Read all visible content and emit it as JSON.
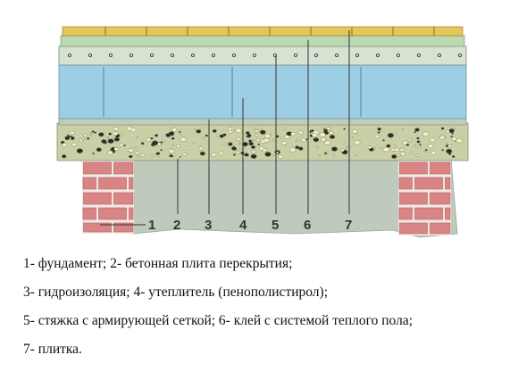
{
  "diagram": {
    "labels": [
      "1",
      "2",
      "3",
      "4",
      "5",
      "6",
      "7"
    ],
    "colors": {
      "tile": "#e6c55a",
      "adhesive": "#bcd8b0",
      "screed": "#d6e2d2",
      "insulation": "#9ccfe6",
      "waterproofing": "#c2cdb8",
      "concrete": "#c9cfa6",
      "brick": "#d98585",
      "mortar": "#f1e8e3",
      "foundation": "#bfc9bc"
    }
  },
  "legend": {
    "lines": [
      "1- фундамент;  2- бетонная плита перекрытия;",
      "3-  гидроизоляция;  4- утеплитель (пенополистирол);",
      "5- стяжка с армирующей сеткой; 6- клей с системой теплого пола;",
      "7- плитка."
    ]
  }
}
